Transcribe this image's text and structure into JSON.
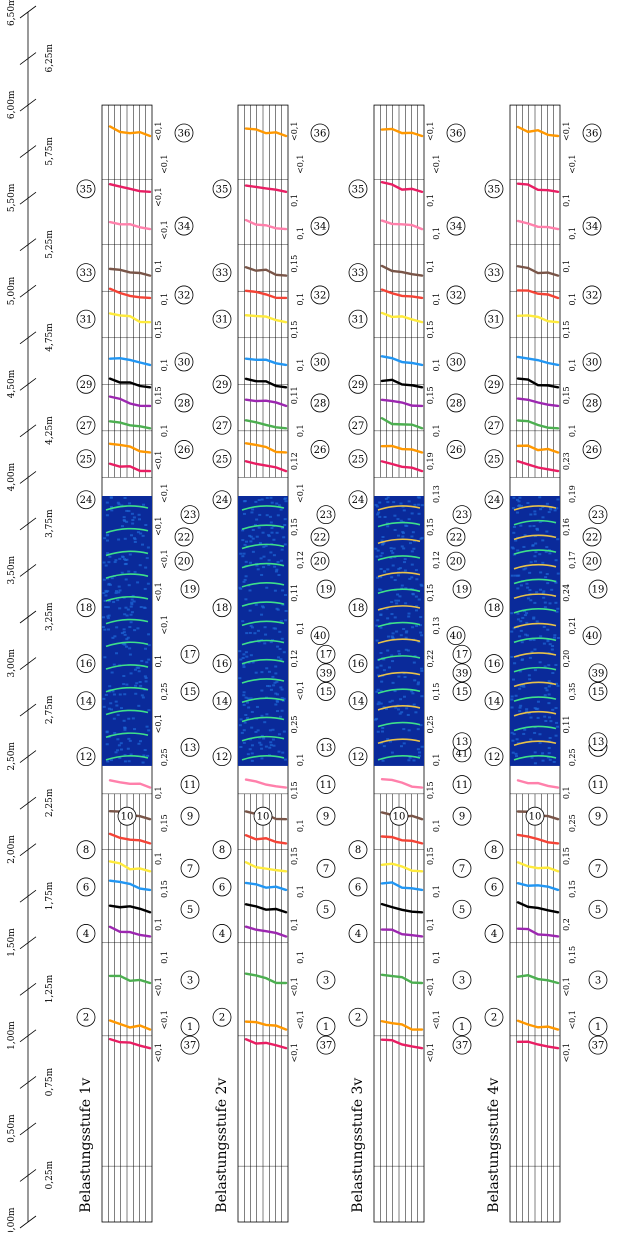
{
  "axis": {
    "ticks": [
      "0,00m",
      "0,25m",
      "0,50m",
      "0,75m",
      "1,00m",
      "1,25m",
      "1,50m",
      "1,75m",
      "2,00m",
      "2,25m",
      "2,50m",
      "2,75m",
      "3,00m",
      "3,25m",
      "3,50m",
      "3,75m",
      "4,00m",
      "4,25m",
      "4,50m",
      "4,75m",
      "5,00m",
      "5,25m",
      "5,50m",
      "5,75m",
      "6,00m",
      "6,25m",
      "6,50m"
    ]
  },
  "stages": [
    {
      "label": "Belastungsstufe 1v",
      "widths": [
        "<0,1",
        "<0,1",
        "<0,1",
        "0,1",
        "0,1",
        "0,15",
        "0,1",
        "0,15",
        "0,1",
        "0,25",
        "<0,1",
        "0,25",
        "0,1",
        "<0,1",
        "<0,1",
        "<0,1",
        "<0,1",
        "<0,1",
        "<0,1",
        "0,1",
        "0,15",
        "0,1",
        "0,15",
        "0,1",
        "0,1",
        "<0,1",
        "<0,1",
        "<0,1",
        "<0,1"
      ],
      "circles": [
        {
          "n": "1",
          "x": 1.05,
          "r": "b"
        },
        {
          "n": "37",
          "x": 0.95,
          "r": "b"
        },
        {
          "n": "2",
          "x": 1.1,
          "r": "t"
        },
        {
          "n": "3",
          "x": 1.3,
          "r": "b"
        },
        {
          "n": "4",
          "x": 1.55,
          "r": "t"
        },
        {
          "n": "5",
          "x": 1.68,
          "r": "b"
        },
        {
          "n": "6",
          "x": 1.8,
          "r": "t"
        },
        {
          "n": "7",
          "x": 1.9,
          "r": "b"
        },
        {
          "n": "8",
          "x": 2.0,
          "r": "t"
        },
        {
          "n": "9",
          "x": 2.18,
          "r": "b"
        },
        {
          "n": "10",
          "x": 2.18,
          "r": "m"
        },
        {
          "n": "11",
          "x": 2.35,
          "r": "b"
        },
        {
          "n": "12",
          "x": 2.5,
          "r": "t"
        },
        {
          "n": "13",
          "x": 2.55,
          "r": "b"
        },
        {
          "n": "14",
          "x": 2.8,
          "r": "t"
        },
        {
          "n": "15",
          "x": 2.85,
          "r": "b"
        },
        {
          "n": "16",
          "x": 3.0,
          "r": "t"
        },
        {
          "n": "17",
          "x": 3.05,
          "r": "b"
        },
        {
          "n": "18",
          "x": 3.3,
          "r": "t"
        },
        {
          "n": "19",
          "x": 3.4,
          "r": "b"
        },
        {
          "n": "20",
          "x": 3.55,
          "r": "b"
        },
        {
          "n": "22",
          "x": 3.68,
          "r": "b"
        },
        {
          "n": "23",
          "x": 3.8,
          "r": "b"
        },
        {
          "n": "24",
          "x": 3.88,
          "r": "t"
        },
        {
          "n": "25",
          "x": 4.1,
          "r": "t"
        },
        {
          "n": "26",
          "x": 4.15,
          "r": "b"
        },
        {
          "n": "27",
          "x": 4.28,
          "r": "t"
        },
        {
          "n": "28",
          "x": 4.4,
          "r": "b"
        },
        {
          "n": "29",
          "x": 4.5,
          "r": "t"
        },
        {
          "n": "30",
          "x": 4.62,
          "r": "b"
        },
        {
          "n": "31",
          "x": 4.85,
          "r": "t"
        },
        {
          "n": "32",
          "x": 4.98,
          "r": "b"
        },
        {
          "n": "33",
          "x": 5.1,
          "r": "t"
        },
        {
          "n": "34",
          "x": 5.35,
          "r": "b"
        },
        {
          "n": "35",
          "x": 5.55,
          "r": "t"
        },
        {
          "n": "36",
          "x": 5.85,
          "r": "b"
        }
      ]
    },
    {
      "label": "Belastungsstufe 2v",
      "widths": [
        "<0,1",
        "<0,1",
        "<0,1",
        "0,1",
        "0,1",
        "0,1",
        "0,15",
        "0,1",
        "0,15",
        "0,1",
        "0,25",
        "<0,1",
        "0,12",
        "0,1",
        "0,11",
        "0,12",
        "0,15",
        "<0,1",
        "0,12",
        "0,1",
        "0,11",
        "0,1",
        "0,15",
        "0,1",
        "0,15",
        "0,1",
        "0,1",
        "<0,1",
        "<0,1"
      ],
      "circles": [
        {
          "n": "1",
          "x": 1.05,
          "r": "b"
        },
        {
          "n": "37",
          "x": 0.95,
          "r": "b"
        },
        {
          "n": "2",
          "x": 1.1,
          "r": "t"
        },
        {
          "n": "3",
          "x": 1.3,
          "r": "b"
        },
        {
          "n": "4",
          "x": 1.55,
          "r": "t"
        },
        {
          "n": "5",
          "x": 1.68,
          "r": "b"
        },
        {
          "n": "6",
          "x": 1.8,
          "r": "t"
        },
        {
          "n": "7",
          "x": 1.9,
          "r": "b"
        },
        {
          "n": "8",
          "x": 2.0,
          "r": "t"
        },
        {
          "n": "9",
          "x": 2.18,
          "r": "b"
        },
        {
          "n": "10",
          "x": 2.18,
          "r": "m"
        },
        {
          "n": "11",
          "x": 2.35,
          "r": "b"
        },
        {
          "n": "12",
          "x": 2.5,
          "r": "t"
        },
        {
          "n": "13",
          "x": 2.55,
          "r": "b"
        },
        {
          "n": "14",
          "x": 2.8,
          "r": "t"
        },
        {
          "n": "15",
          "x": 2.85,
          "r": "b"
        },
        {
          "n": "39",
          "x": 2.95,
          "r": "b"
        },
        {
          "n": "16",
          "x": 3.0,
          "r": "t"
        },
        {
          "n": "17",
          "x": 3.05,
          "r": "b"
        },
        {
          "n": "40",
          "x": 3.15,
          "r": "b"
        },
        {
          "n": "18",
          "x": 3.3,
          "r": "t"
        },
        {
          "n": "19",
          "x": 3.4,
          "r": "b"
        },
        {
          "n": "20",
          "x": 3.55,
          "r": "b"
        },
        {
          "n": "22",
          "x": 3.68,
          "r": "b"
        },
        {
          "n": "23",
          "x": 3.8,
          "r": "b"
        },
        {
          "n": "24",
          "x": 3.88,
          "r": "t"
        },
        {
          "n": "25",
          "x": 4.1,
          "r": "t"
        },
        {
          "n": "26",
          "x": 4.15,
          "r": "b"
        },
        {
          "n": "27",
          "x": 4.28,
          "r": "t"
        },
        {
          "n": "28",
          "x": 4.4,
          "r": "b"
        },
        {
          "n": "29",
          "x": 4.5,
          "r": "t"
        },
        {
          "n": "30",
          "x": 4.62,
          "r": "b"
        },
        {
          "n": "31",
          "x": 4.85,
          "r": "t"
        },
        {
          "n": "32",
          "x": 4.98,
          "r": "b"
        },
        {
          "n": "33",
          "x": 5.1,
          "r": "t"
        },
        {
          "n": "34",
          "x": 5.35,
          "r": "b"
        },
        {
          "n": "35",
          "x": 5.55,
          "r": "t"
        },
        {
          "n": "36",
          "x": 5.85,
          "r": "b"
        }
      ]
    },
    {
      "label": "Belastungsstufe 3v",
      "widths": [
        "<0,1",
        "<0,1",
        "<0,1",
        "0,1",
        "0,1",
        "0,1",
        "0,15",
        "0,1",
        "0,15",
        "0,1",
        "0,25",
        "0,15",
        "0,22",
        "0,13",
        "0,15",
        "0,12",
        "0,15",
        "0,13",
        "0,19",
        "0,1",
        "0,15",
        "0,1",
        "0,15",
        "0,1",
        "0,1",
        "0,1",
        "0,1",
        "<0,1",
        "<0,1"
      ],
      "circles": [
        {
          "n": "1",
          "x": 1.05,
          "r": "b"
        },
        {
          "n": "37",
          "x": 0.95,
          "r": "b"
        },
        {
          "n": "2",
          "x": 1.1,
          "r": "t"
        },
        {
          "n": "3",
          "x": 1.3,
          "r": "b"
        },
        {
          "n": "4",
          "x": 1.55,
          "r": "t"
        },
        {
          "n": "5",
          "x": 1.68,
          "r": "b"
        },
        {
          "n": "6",
          "x": 1.8,
          "r": "t"
        },
        {
          "n": "7",
          "x": 1.9,
          "r": "b"
        },
        {
          "n": "8",
          "x": 2.0,
          "r": "t"
        },
        {
          "n": "9",
          "x": 2.18,
          "r": "b"
        },
        {
          "n": "10",
          "x": 2.18,
          "r": "m"
        },
        {
          "n": "11",
          "x": 2.35,
          "r": "b"
        },
        {
          "n": "41",
          "x": 2.52,
          "r": "b"
        },
        {
          "n": "12",
          "x": 2.5,
          "r": "t"
        },
        {
          "n": "13",
          "x": 2.58,
          "r": "b"
        },
        {
          "n": "14",
          "x": 2.8,
          "r": "t"
        },
        {
          "n": "15",
          "x": 2.85,
          "r": "b"
        },
        {
          "n": "39",
          "x": 2.95,
          "r": "b"
        },
        {
          "n": "16",
          "x": 3.0,
          "r": "t"
        },
        {
          "n": "17",
          "x": 3.05,
          "r": "b"
        },
        {
          "n": "40",
          "x": 3.15,
          "r": "b"
        },
        {
          "n": "18",
          "x": 3.3,
          "r": "t"
        },
        {
          "n": "19",
          "x": 3.4,
          "r": "b"
        },
        {
          "n": "20",
          "x": 3.55,
          "r": "b"
        },
        {
          "n": "22",
          "x": 3.68,
          "r": "b"
        },
        {
          "n": "23",
          "x": 3.8,
          "r": "b"
        },
        {
          "n": "24",
          "x": 3.88,
          "r": "t"
        },
        {
          "n": "25",
          "x": 4.1,
          "r": "t"
        },
        {
          "n": "26",
          "x": 4.15,
          "r": "b"
        },
        {
          "n": "27",
          "x": 4.28,
          "r": "t"
        },
        {
          "n": "28",
          "x": 4.4,
          "r": "b"
        },
        {
          "n": "29",
          "x": 4.5,
          "r": "t"
        },
        {
          "n": "30",
          "x": 4.62,
          "r": "b"
        },
        {
          "n": "31",
          "x": 4.85,
          "r": "t"
        },
        {
          "n": "32",
          "x": 4.98,
          "r": "b"
        },
        {
          "n": "33",
          "x": 5.1,
          "r": "t"
        },
        {
          "n": "34",
          "x": 5.35,
          "r": "b"
        },
        {
          "n": "35",
          "x": 5.55,
          "r": "t"
        },
        {
          "n": "36",
          "x": 5.85,
          "r": "b"
        }
      ]
    },
    {
      "label": "Belastungsstufe 4v",
      "widths": [
        "<0,1",
        "<0,1",
        "<0,1",
        "0,15",
        "0,2",
        "0,15",
        "0,15",
        "0,25",
        "0,1",
        "0,25",
        "0,11",
        "0,35",
        "0,20",
        "0,21",
        "0,24",
        "0,17",
        "0,16",
        "0,19",
        "0,23",
        "0,1",
        "0,15",
        "0,1",
        "0,15",
        "0,1",
        "0,1",
        "0,1",
        "0,1",
        "<0,1",
        "<0,1"
      ],
      "circles": [
        {
          "n": "1",
          "x": 1.05,
          "r": "b"
        },
        {
          "n": "37",
          "x": 0.95,
          "r": "b"
        },
        {
          "n": "2",
          "x": 1.1,
          "r": "t"
        },
        {
          "n": "3",
          "x": 1.3,
          "r": "b"
        },
        {
          "n": "4",
          "x": 1.55,
          "r": "t"
        },
        {
          "n": "5",
          "x": 1.68,
          "r": "b"
        },
        {
          "n": "6",
          "x": 1.8,
          "r": "t"
        },
        {
          "n": "7",
          "x": 1.9,
          "r": "b"
        },
        {
          "n": "8",
          "x": 2.0,
          "r": "t"
        },
        {
          "n": "9",
          "x": 2.18,
          "r": "b"
        },
        {
          "n": "10",
          "x": 2.18,
          "r": "m"
        },
        {
          "n": "11",
          "x": 2.35,
          "r": "b"
        },
        {
          "n": "41",
          "x": 2.55,
          "r": "b"
        },
        {
          "n": "12",
          "x": 2.5,
          "r": "t"
        },
        {
          "n": "13",
          "x": 2.58,
          "r": "b"
        },
        {
          "n": "14",
          "x": 2.8,
          "r": "t"
        },
        {
          "n": "15",
          "x": 2.85,
          "r": "b"
        },
        {
          "n": "39",
          "x": 2.95,
          "r": "b"
        },
        {
          "n": "16",
          "x": 3.0,
          "r": "t"
        },
        {
          "n": "40",
          "x": 3.15,
          "r": "b"
        },
        {
          "n": "18",
          "x": 3.3,
          "r": "t"
        },
        {
          "n": "19",
          "x": 3.4,
          "r": "b"
        },
        {
          "n": "20",
          "x": 3.55,
          "r": "b"
        },
        {
          "n": "22",
          "x": 3.68,
          "r": "b"
        },
        {
          "n": "23",
          "x": 3.8,
          "r": "b"
        },
        {
          "n": "24",
          "x": 3.88,
          "r": "t"
        },
        {
          "n": "25",
          "x": 4.1,
          "r": "t"
        },
        {
          "n": "26",
          "x": 4.15,
          "r": "b"
        },
        {
          "n": "27",
          "x": 4.28,
          "r": "t"
        },
        {
          "n": "28",
          "x": 4.4,
          "r": "b"
        },
        {
          "n": "29",
          "x": 4.5,
          "r": "t"
        },
        {
          "n": "30",
          "x": 4.62,
          "r": "b"
        },
        {
          "n": "31",
          "x": 4.85,
          "r": "t"
        },
        {
          "n": "32",
          "x": 4.98,
          "r": "b"
        },
        {
          "n": "33",
          "x": 5.1,
          "r": "t"
        },
        {
          "n": "34",
          "x": 5.35,
          "r": "b"
        },
        {
          "n": "35",
          "x": 5.55,
          "r": "t"
        },
        {
          "n": "36",
          "x": 5.85,
          "r": "b"
        }
      ]
    }
  ],
  "colors": {
    "heatmap_base": "#0a2a9a",
    "heatmap_mid": "#1e6ad8",
    "heatmap_hot": "#3ee08a",
    "crack_palette": [
      "#e91e63",
      "#ff9800",
      "#4caf50",
      "#9c27b0",
      "#000000",
      "#2196f3",
      "#ffeb3b",
      "#f44336",
      "#795548",
      "#ff80ab"
    ]
  }
}
